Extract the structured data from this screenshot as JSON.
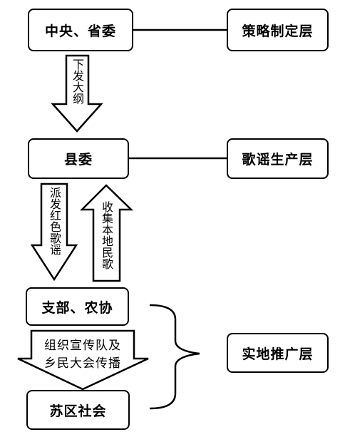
{
  "layers": {
    "strategy": "策略制定层",
    "production": "歌谣生产层",
    "promotion": "实地推广层"
  },
  "nodes": {
    "central": "中央、省委",
    "county": "县委",
    "branch": "支部、农协",
    "soviet": "苏区社会"
  },
  "arrows": {
    "issue_outline": "下发大纲",
    "distribute_songs": "派发红色歌谣",
    "collect_songs": "收集本地民歌",
    "organize_line1": "组织宣传队及",
    "organize_line2": "乡民大会传播"
  }
}
